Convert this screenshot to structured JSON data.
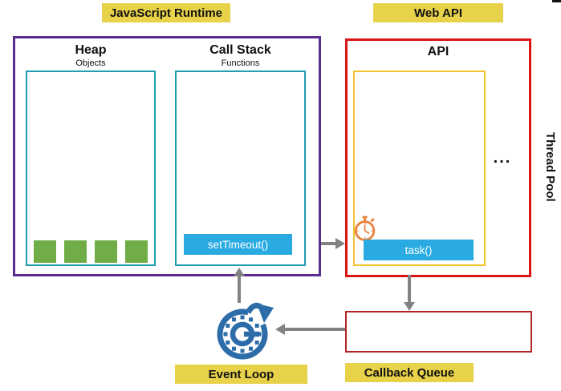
{
  "labels": {
    "javascript_runtime": "JavaScript Runtime",
    "web_api": "Web API",
    "event_loop": "Event Loop",
    "callback_queue": "Callback Queue"
  },
  "runtime": {
    "heap": {
      "title": "Heap",
      "subtitle": "Objects",
      "objects_count": 4
    },
    "call_stack": {
      "title": "Call Stack",
      "subtitle": "Functions",
      "frames": [
        "setTimeout()"
      ]
    }
  },
  "web_api": {
    "title": "API",
    "tasks": [
      "task()"
    ],
    "ellipsis": "...",
    "thread_pool_label": "Thread Pool"
  },
  "icons": {
    "timer": "timer-stopwatch-icon",
    "event_loop": "event-loop-cycle-icon"
  },
  "colors": {
    "label_bg": "#E8D24A",
    "runtime_border": "#5B2C8F",
    "memory_box_border": "#1E9EB0",
    "web_api_border": "#DC1414",
    "api_inner_border": "#F2C12E",
    "bar_bg": "#29ABE2",
    "bar_text": "#FFFFFF",
    "heap_object": "#70AD47",
    "arrow": "#828282",
    "event_loop_icon": "#2B6CA9",
    "timer_icon": "#E8823C",
    "callback_queue_border": "#B42525"
  }
}
